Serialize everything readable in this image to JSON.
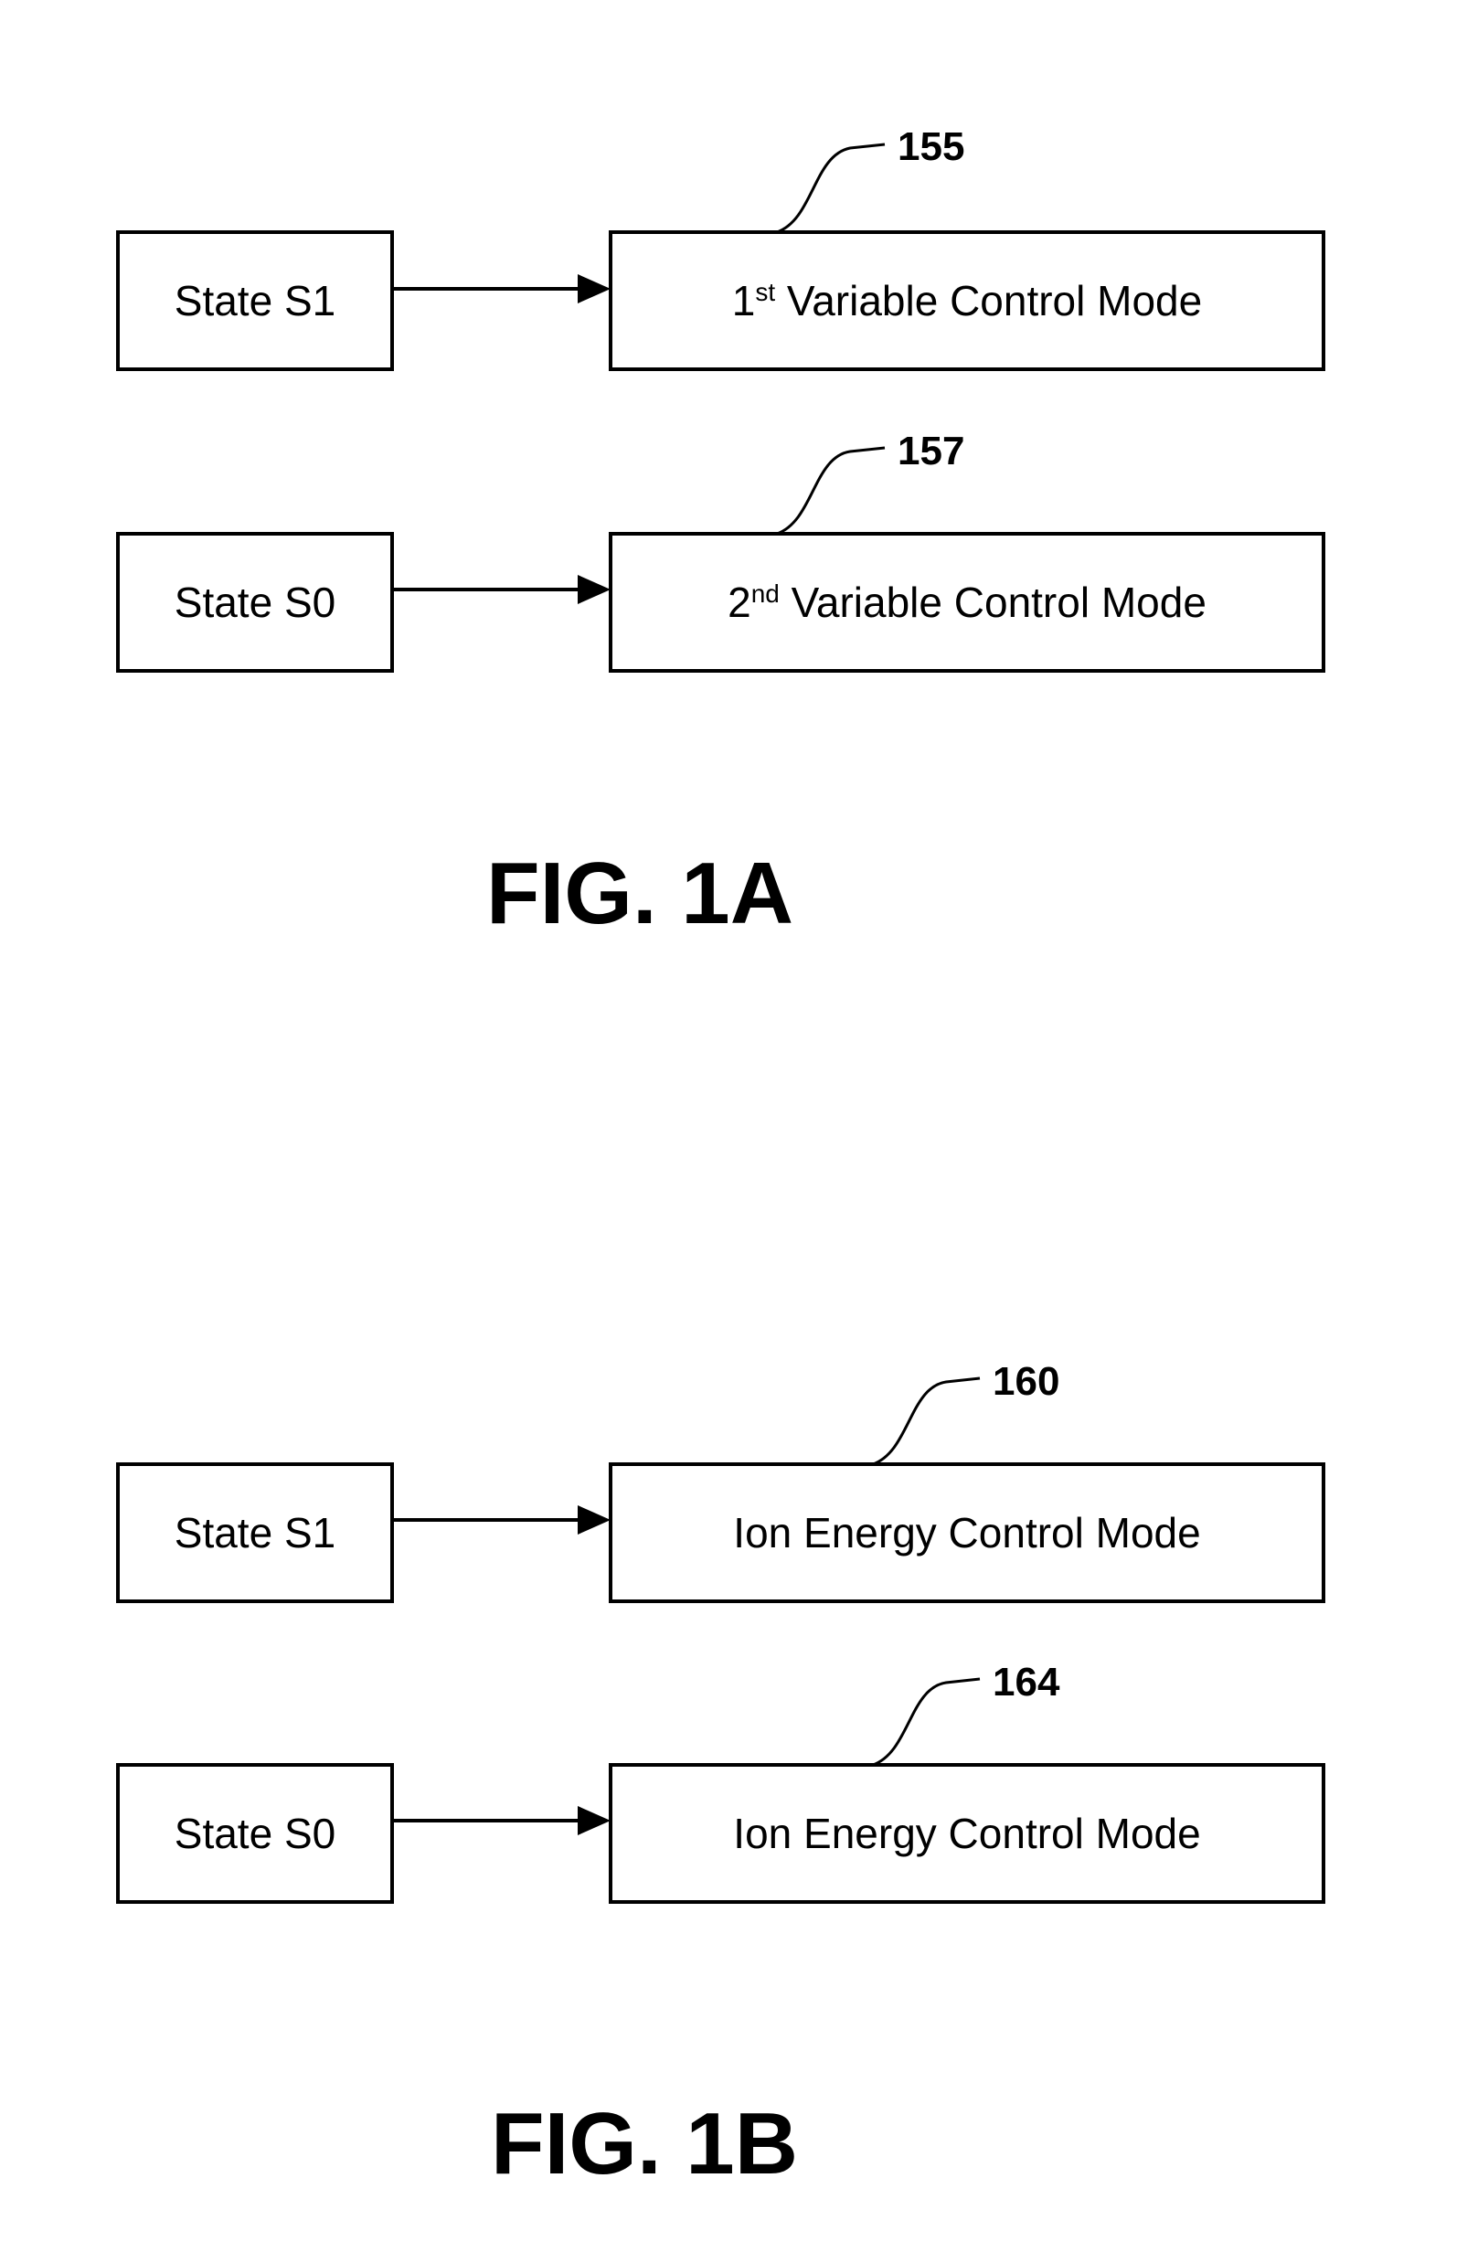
{
  "figures": [
    {
      "caption": "FIG. 1A",
      "rows": [
        {
          "state": "State S1",
          "mode_prefix": "1",
          "mode_sup": "st",
          "mode_rest": " Variable Control Mode",
          "ref": "155"
        },
        {
          "state": "State S0",
          "mode_prefix": "2",
          "mode_sup": "nd",
          "mode_rest": " Variable Control Mode",
          "ref": "157"
        }
      ]
    },
    {
      "caption": "FIG. 1B",
      "rows": [
        {
          "state": "State S1",
          "mode_prefix": "",
          "mode_sup": "",
          "mode_rest": "Ion Energy Control Mode",
          "ref": "160"
        },
        {
          "state": "State S0",
          "mode_prefix": "",
          "mode_sup": "",
          "mode_rest": "Ion Energy Control Mode",
          "ref": "164"
        }
      ]
    }
  ]
}
